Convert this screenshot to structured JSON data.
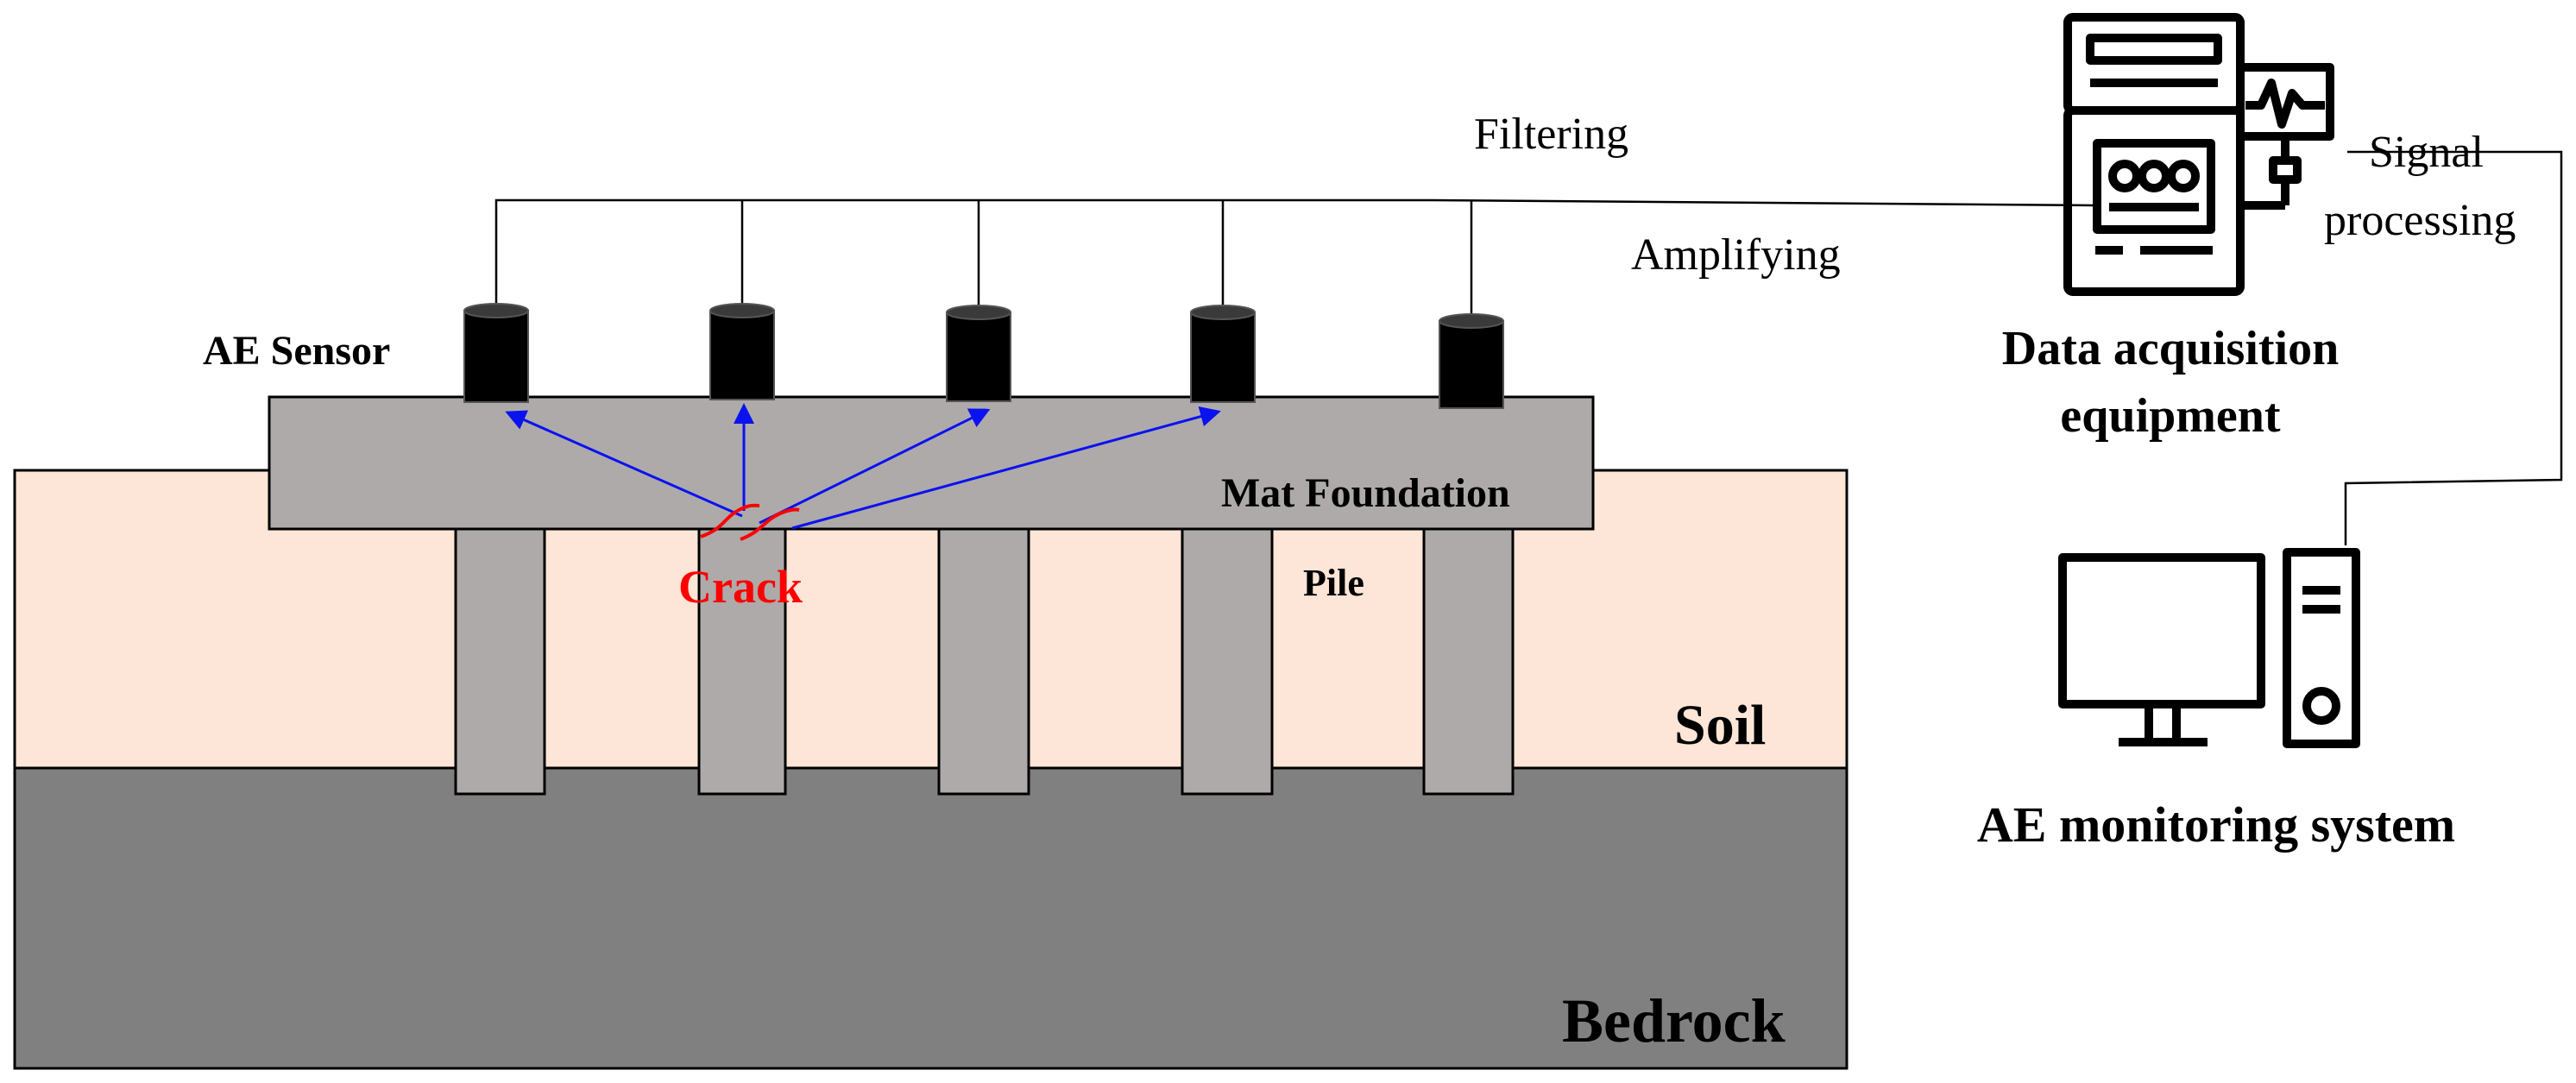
{
  "labels": {
    "ae_sensor": "AE Sensor",
    "mat_foundation": "Mat Foundation",
    "crack": "Crack",
    "pile": "Pile",
    "soil": "Soil",
    "bedrock": "Bedrock",
    "filtering": "Filtering",
    "amplifying": "Amplifying",
    "signal_line1": "Signal",
    "signal_line2": "processing",
    "daq_line1": "Data acquisition",
    "daq_line2": "equipment",
    "monitoring": "AE monitoring system"
  },
  "colors": {
    "soil": "#fde5d7",
    "bedrock": "#808080",
    "concrete": "#aeaaaa",
    "sensor": "#000000",
    "arrow": "#0a12f0",
    "crack": "#ff0000"
  }
}
